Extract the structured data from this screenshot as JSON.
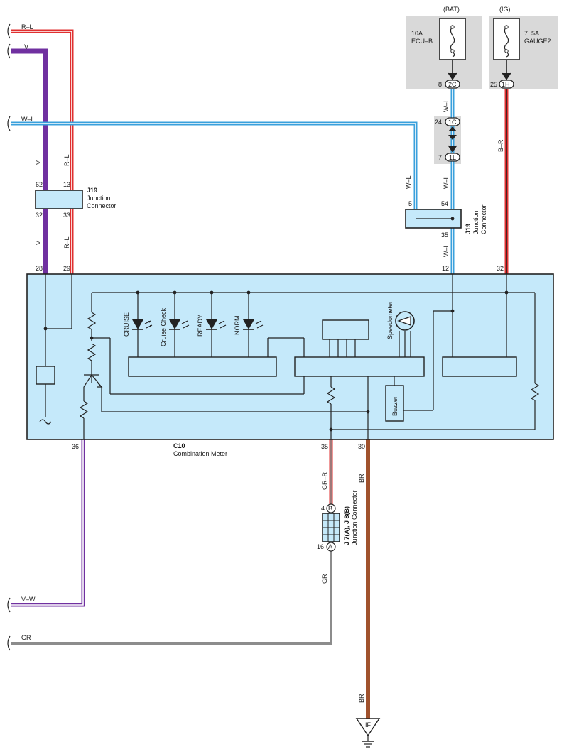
{
  "wires": {
    "r_l": "R–L",
    "v": "V",
    "w_l": "W–L",
    "v_w": "V–W",
    "gr": "GR",
    "gr_r": "GR–R",
    "br": "BR",
    "b_r": "B–R"
  },
  "fuses": {
    "bat": {
      "header": "(BAT)",
      "rating": "10A",
      "name": "ECU–B",
      "pin": "8",
      "terminal": "2C"
    },
    "ig": {
      "header": "(IG)",
      "rating": "7. 5A",
      "name": "GAUGE2",
      "pin": "25",
      "terminal": "1H"
    }
  },
  "inline": {
    "top_pin": "24",
    "top_terminal": "1C",
    "bottom_pin": "7",
    "bottom_terminal": "1L"
  },
  "j19_left": {
    "id": "J19",
    "name_line1": "Junction",
    "name_line2": "Connector",
    "pins": {
      "tl": "62",
      "tr": "13",
      "bl": "32",
      "br": "33"
    }
  },
  "j19_right": {
    "id": "J19",
    "name_line1": "Junction",
    "name_line2": "Connector",
    "pins": {
      "tl": "5",
      "tr": "54",
      "b": "35"
    }
  },
  "meter": {
    "id": "C10",
    "name": "Combination Meter",
    "pins_top": {
      "p28": "28",
      "p29": "29",
      "p12": "12",
      "p32": "32"
    },
    "pins_bottom": {
      "p36": "36",
      "p35": "35",
      "p30": "30"
    },
    "indicators": [
      "CRUISE",
      "Cruise Check",
      "READY",
      "NORM."
    ],
    "speedometer": "Speedometer",
    "buzzer": "Buzzer"
  },
  "j7": {
    "id": "J 7(A), J 8(B)",
    "name": "Junction Connector",
    "pin_top": "4",
    "term_top": "B",
    "pin_bottom": "16",
    "term_bottom": "A"
  },
  "ground": {
    "label": "IF"
  },
  "colors": {
    "violet": "#7030a0",
    "red": "#e03030",
    "blue": "#3aa0dc",
    "brown": "#a0522d",
    "gray": "#8c8c8c",
    "panel": "#c5e9fa",
    "fuse_bg": "#d9d9d9"
  }
}
